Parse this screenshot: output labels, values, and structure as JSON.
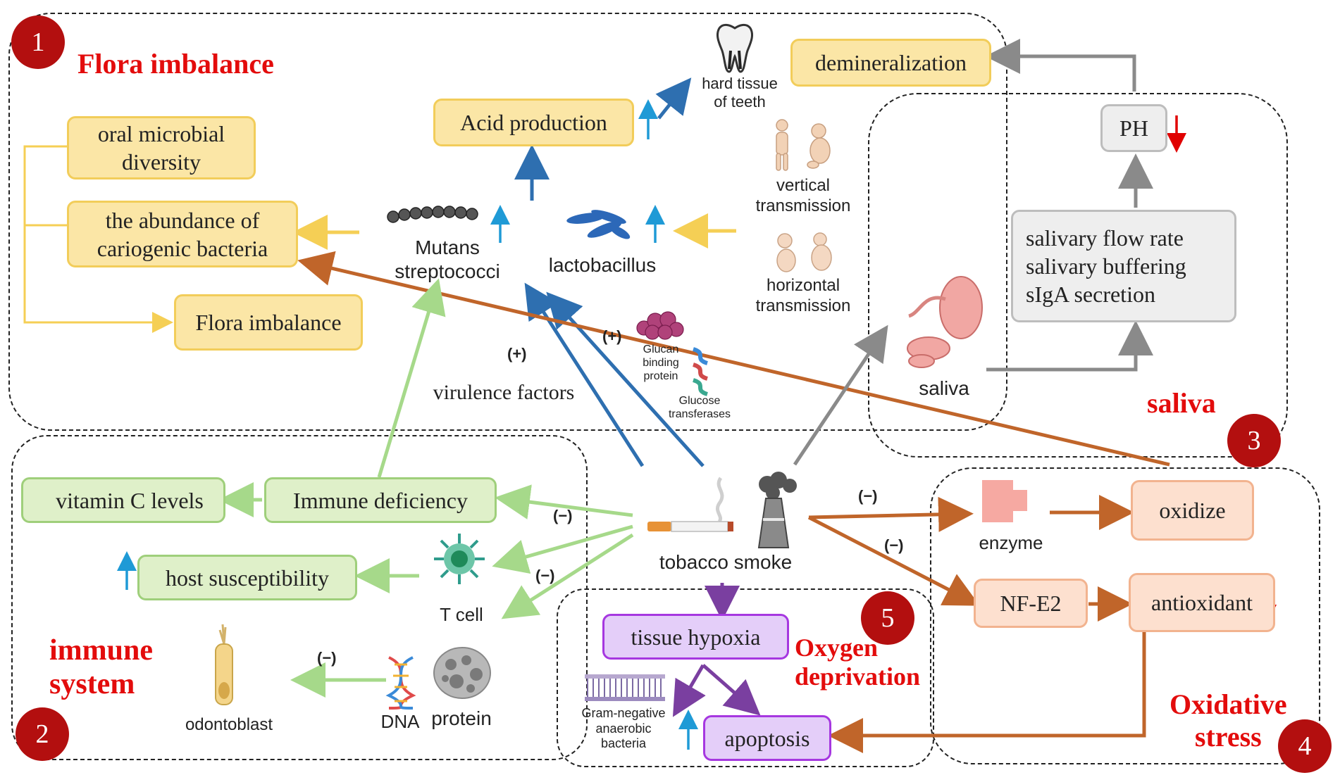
{
  "colors": {
    "badge": "#b30f0f",
    "title_red": "#e30c0c",
    "arrow_blue": "#2e6fb0",
    "arrow_orange": "#c0652a",
    "arrow_green": "#a6d98a",
    "arrow_gray": "#8a8a8a",
    "arrow_yellow": "#f5cf55",
    "arrow_purple": "#7a3fa0",
    "indicator_up": "#1f9ad6",
    "indicator_down": "#e00000"
  },
  "sections": {
    "flora": {
      "number": "1",
      "title": "Flora imbalance"
    },
    "immune": {
      "number": "2",
      "title": "immune\nsystem"
    },
    "saliva": {
      "number": "3",
      "title": "saliva"
    },
    "oxidative": {
      "number": "4",
      "title": "Oxidative\nstress"
    },
    "oxygen": {
      "number": "5",
      "title": "Oxygen\ndeprivation"
    }
  },
  "nodes": {
    "oral_diversity": "oral microbial\ndiversity",
    "cariogenic": "the abundance of\ncariogenic bacteria",
    "flora_imbalance": "Flora imbalance",
    "acid": "Acid production",
    "demineralization": "demineralization",
    "ph": "PH",
    "saliva_props": "salivary flow rate\nsalivary buffering\nsIgA secretion",
    "vitc": "vitamin C levels",
    "immune_def": "Immune deficiency",
    "host_susc": "host susceptibility",
    "oxidize": "oxidize",
    "nfe2": "NF-E2",
    "antioxidant": "antioxidant",
    "hypoxia": "tissue hypoxia",
    "apoptosis": "apoptosis"
  },
  "labels": {
    "hard_tissue": "hard tissue\nof teeth",
    "mutans": "Mutans\nstreptococci",
    "lactobacillus": "lactobacillus",
    "vertical": "vertical\ntransmission",
    "horizontal": "horizontal\ntransmission",
    "virulence": "virulence factors",
    "glucan": "Glucan\nbinding\nprotein",
    "glucose": "Glucose\ntransferases",
    "saliva": "saliva",
    "tobacco": "tobacco smoke",
    "enzyme": "enzyme",
    "tcell": "T cell",
    "odontoblast": "odontoblast",
    "dna": "DNA",
    "protein": "protein",
    "gram": "Gram-negative\nanaerobic\nbacteria"
  },
  "marks": {
    "plus1": "(+)",
    "plus2": "(+)",
    "minus_immune": "(−)",
    "minus_tcell": "(−)",
    "minus_odonto": "(−)",
    "minus_enzyme": "(−)",
    "minus_nfe2": "(−)"
  },
  "icons": {
    "tooth": "tooth-icon",
    "streptococci": "streptococci-chain-icon",
    "lactobacillus": "lactobacillus-icon",
    "infants": "infant-figure-icon",
    "glucan": "glucan-protein-icon",
    "glucose": "glucose-transferase-icon",
    "saliva_gland": "salivary-gland-icon",
    "cigarette": "cigarette-icon",
    "factory": "factory-smoke-icon",
    "enzyme": "enzyme-icon",
    "tcell": "t-cell-icon",
    "odontoblast": "odontoblast-icon",
    "dna": "dna-icon",
    "protein": "protein-icon",
    "gram": "gram-negative-bacteria-icon"
  }
}
